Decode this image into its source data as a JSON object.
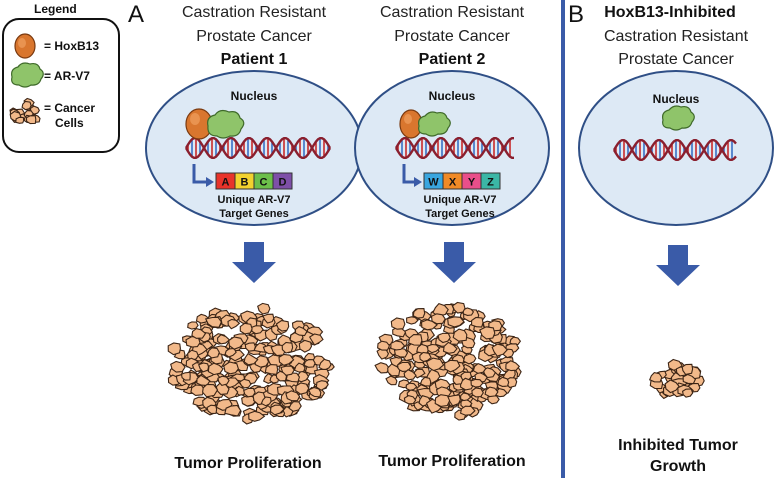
{
  "legend": {
    "title": "Legend",
    "items": [
      {
        "label": "= HoxB13",
        "icon": "hoxb13-icon",
        "color": "#d9762e"
      },
      {
        "label": "= AR-V7",
        "icon": "arv7-icon",
        "color": "#8fc46a"
      },
      {
        "label_line1": "= Cancer",
        "label_line2": "Cells",
        "icon": "cancer-cells-icon",
        "color": "#f2b98a"
      }
    ]
  },
  "panel_a": {
    "letter": "A",
    "patients": [
      {
        "line1": "Castration Resistant",
        "line2": "Prostate Cancer",
        "patient": "Patient 1",
        "nucleus": "Nucleus",
        "genes": [
          "A",
          "B",
          "C",
          "D"
        ],
        "gene_colors": [
          "#e8332a",
          "#f2d22e",
          "#6cbf4a",
          "#7e4fa8"
        ],
        "gene_caption1": "Unique AR-V7",
        "gene_caption2": "Target Genes",
        "result": "Tumor Proliferation"
      },
      {
        "line1": "Castration Resistant",
        "line2": "Prostate Cancer",
        "patient": "Patient 2",
        "nucleus": "Nucleus",
        "genes": [
          "W",
          "X",
          "Y",
          "Z"
        ],
        "gene_colors": [
          "#39a6df",
          "#f08a26",
          "#e94f8a",
          "#3bb7a6"
        ],
        "gene_caption1": "Unique AR-V7",
        "gene_caption2": "Target Genes",
        "result": "Tumor Proliferation"
      }
    ]
  },
  "panel_b": {
    "letter": "B",
    "line1": "HoxB13-Inhibited",
    "line2": "Castration Resistant",
    "line3": "Prostate Cancer",
    "nucleus": "Nucleus",
    "result_line1": "Inhibited Tumor",
    "result_line2": "Growth"
  },
  "colors": {
    "nucleus_fill": "#dde9f5",
    "nucleus_stroke": "#2f4f86",
    "arrow": "#3a5ba8",
    "divider": "#3a5ba8",
    "dna_strand": "#8a1f2e",
    "dna_rung_red": "#c92a2a",
    "dna_rung_blue": "#3a6fc4"
  }
}
